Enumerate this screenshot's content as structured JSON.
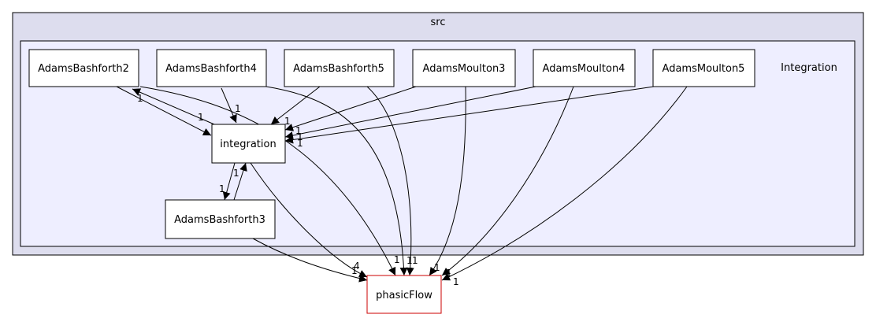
{
  "graph": {
    "outer_cluster": {
      "label": "src"
    },
    "inner_cluster": {
      "label": "Integration"
    },
    "nodes": {
      "ab2": {
        "label": "AdamsBashforth2"
      },
      "ab4": {
        "label": "AdamsBashforth4"
      },
      "ab5": {
        "label": "AdamsBashforth5"
      },
      "am3": {
        "label": "AdamsMoulton3"
      },
      "am4": {
        "label": "AdamsMoulton4"
      },
      "am5": {
        "label": "AdamsMoulton5"
      },
      "integration": {
        "label": "integration"
      },
      "ab3": {
        "label": "AdamsBashforth3"
      },
      "phasicflow": {
        "label": "phasicFlow"
      }
    },
    "edges": [
      {
        "id": "ab2-to-integration",
        "from": "AdamsBashforth2",
        "to": "integration",
        "label": "1"
      },
      {
        "id": "integration-to-ab2",
        "from": "integration",
        "to": "AdamsBashforth2",
        "label": "1"
      },
      {
        "id": "ab2-to-phasicflow",
        "from": "AdamsBashforth2",
        "to": "phasicFlow",
        "label": "1"
      },
      {
        "id": "ab4-to-integration",
        "from": "AdamsBashforth4",
        "to": "integration",
        "label": "1"
      },
      {
        "id": "ab4-to-phasicflow",
        "from": "AdamsBashforth4",
        "to": "phasicFlow",
        "label": "1"
      },
      {
        "id": "ab5-to-integration",
        "from": "AdamsBashforth5",
        "to": "integration",
        "label": "1"
      },
      {
        "id": "ab5-to-phasicflow",
        "from": "AdamsBashforth5",
        "to": "phasicFlow",
        "label": "1"
      },
      {
        "id": "am3-to-integration",
        "from": "AdamsMoulton3",
        "to": "integration",
        "label": "1"
      },
      {
        "id": "am3-to-phasicflow",
        "from": "AdamsMoulton3",
        "to": "phasicFlow",
        "label": "1"
      },
      {
        "id": "am4-to-integration",
        "from": "AdamsMoulton4",
        "to": "integration",
        "label": "1"
      },
      {
        "id": "am4-to-phasicflow",
        "from": "AdamsMoulton4",
        "to": "phasicFlow",
        "label": "1"
      },
      {
        "id": "am5-to-integration",
        "from": "AdamsMoulton5",
        "to": "integration",
        "label": "1"
      },
      {
        "id": "am5-to-phasicflow",
        "from": "AdamsMoulton5",
        "to": "phasicFlow",
        "label": "1"
      },
      {
        "id": "integration-to-ab3",
        "from": "integration",
        "to": "AdamsBashforth3",
        "label": "1"
      },
      {
        "id": "ab3-to-integration",
        "from": "AdamsBashforth3",
        "to": "integration",
        "label": "1"
      },
      {
        "id": "integration-to-phasicflow",
        "from": "integration",
        "to": "phasicFlow",
        "label": "4"
      },
      {
        "id": "ab3-to-phasicflow",
        "from": "AdamsBashforth3",
        "to": "phasicFlow",
        "label": "1"
      }
    ],
    "colors": {
      "outer_fill": "#ddddee",
      "inner_fill": "#eeeeff",
      "cluster_stroke": "#000000",
      "node_fill": "#ffffff",
      "node_stroke": "#000000",
      "external_node_stroke": "#cc0000",
      "edge_stroke": "#000000"
    }
  }
}
